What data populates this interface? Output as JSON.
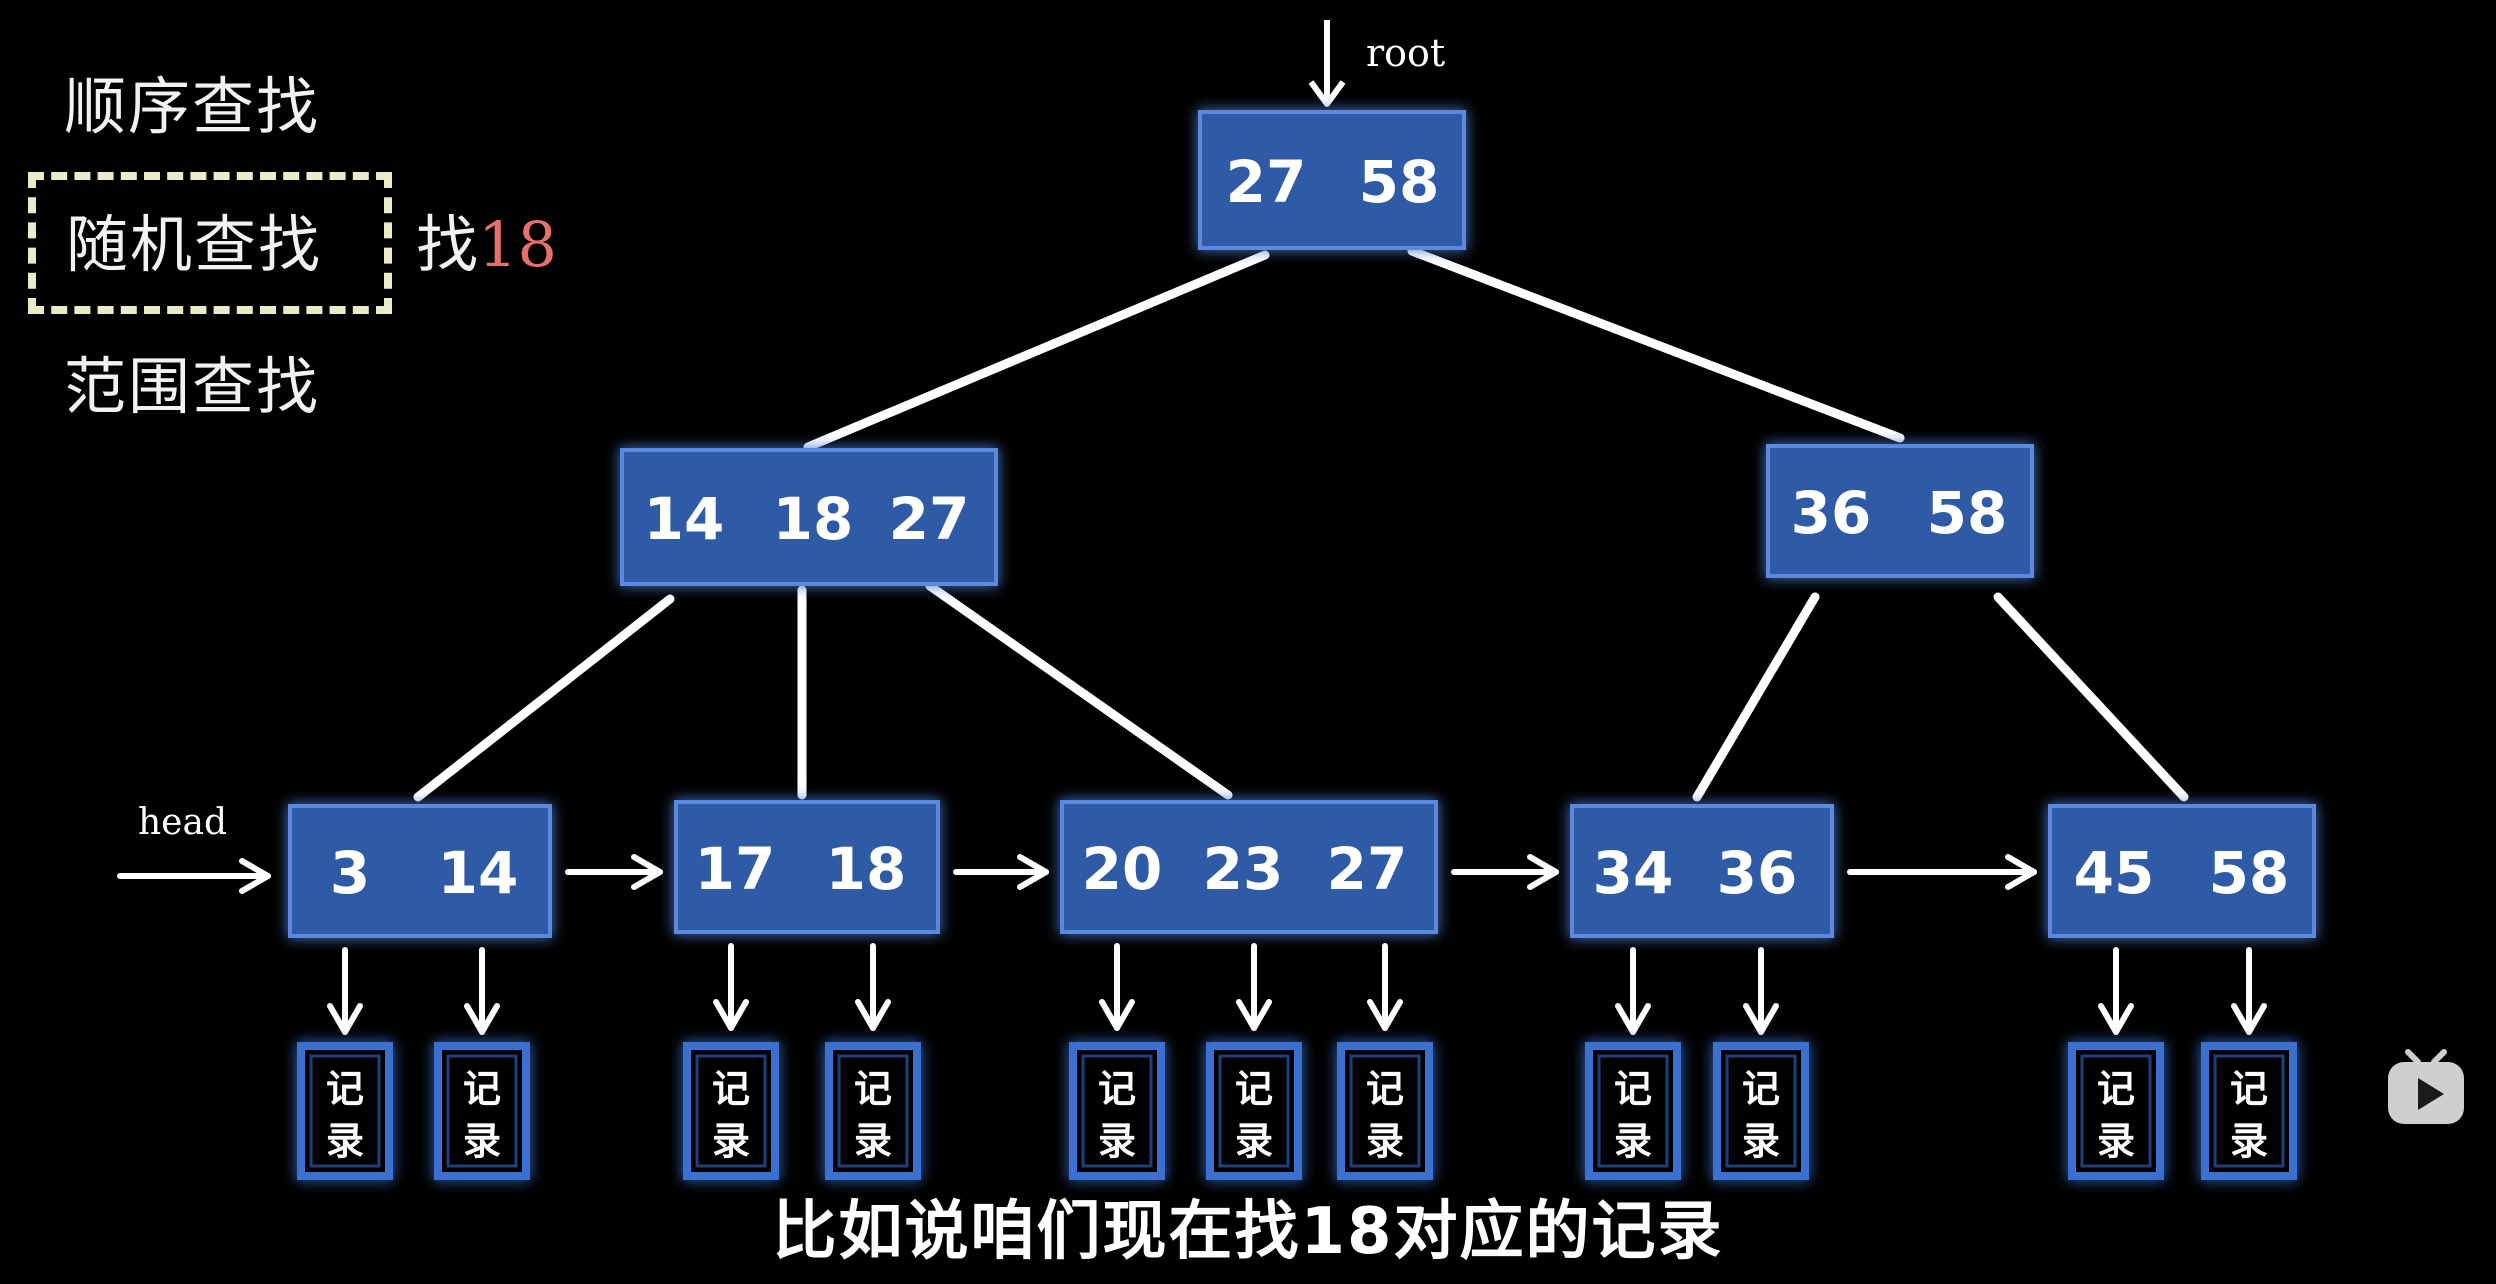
{
  "side_labels": {
    "sequential": "顺序查找",
    "random": "随机查找",
    "range": "范围查找"
  },
  "find_label": {
    "word": "找",
    "number": "18"
  },
  "tree": {
    "root_label": "root",
    "head_label": "head",
    "record_label_top": "记",
    "record_label_bottom": "录",
    "root_node": {
      "keys": [
        "27",
        "58"
      ]
    },
    "internal_nodes": [
      {
        "keys": [
          "14",
          "18",
          "27"
        ]
      },
      {
        "keys": [
          "36",
          "58"
        ]
      }
    ],
    "leaf_nodes": [
      {
        "keys": [
          "3",
          "14"
        ]
      },
      {
        "keys": [
          "17",
          "18"
        ]
      },
      {
        "keys": [
          "20",
          "23",
          "27"
        ]
      },
      {
        "keys": [
          "34",
          "36"
        ]
      },
      {
        "keys": [
          "45",
          "58"
        ]
      }
    ]
  },
  "caption": "比如说咱们现在找18对应的记录",
  "colors": {
    "node_fill": "#2d5aa6",
    "node_glow": "#5a8ae0",
    "record_border": "#3a6fd0",
    "edge": "#ffffff",
    "highlight_number": "#e8706a",
    "dash_border": "#ecebc8"
  },
  "icons": {
    "player_button": "bilibili-tv-icon"
  }
}
